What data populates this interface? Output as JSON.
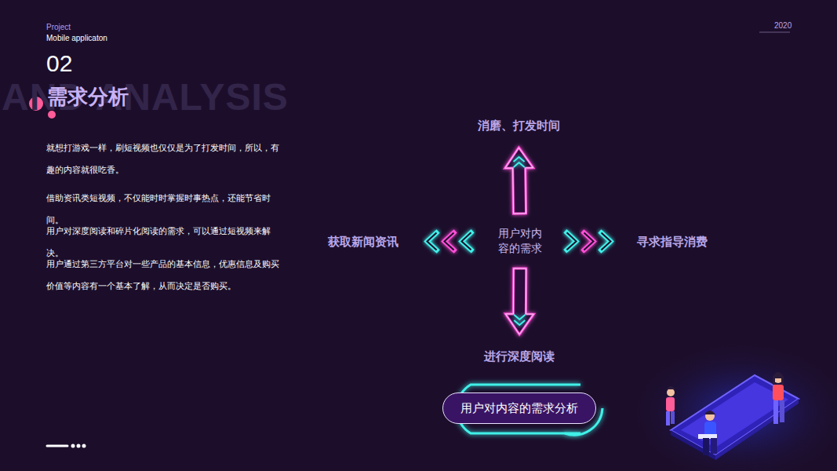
{
  "diagram": {
    "title": "需求分析",
    "nodes": [
      {
        "text": [
          "用户对内容的需求"
        ]
      },
      {
        "text": [
          "消磨、打发时间"
        ]
      },
      {
        "text": [
          "获取新闻资讯"
        ]
      },
      {
        "text": [
          "寻求指导消费"
        ]
      },
      {
        "text": [
          "进行深度阅读"
        ]
      },
      {
        "text": [
          "用户对内容的需求分析"
        ]
      }
    ],
    "edges": [
      {
        "from": 0,
        "to": 1,
        "arrow": "to"
      },
      {
        "from": 0,
        "to": 2,
        "arrow": "to"
      },
      {
        "from": 0,
        "to": 3,
        "arrow": "to"
      },
      {
        "from": 0,
        "to": 4,
        "arrow": "to"
      }
    ],
    "labels": [
      "Project",
      "Mobile applicaton",
      "2020",
      "02",
      "AND ANALYSIS",
      "就想打游戏一样，刷短视频也仅仅是为了打发时间，所以，有趣的内容就很吃香。",
      "借助资讯类短视频，不仅能时时掌握时事热点，还能节省时间。",
      "用户对深度阅读和碎片化阅读的需求，可以通过短视频来解决。",
      "用户通过第三方平台对一些产品的基本信息，优惠信息及购买价值等内容有一个基本了解，从而决定是否购买。"
    ]
  }
}
